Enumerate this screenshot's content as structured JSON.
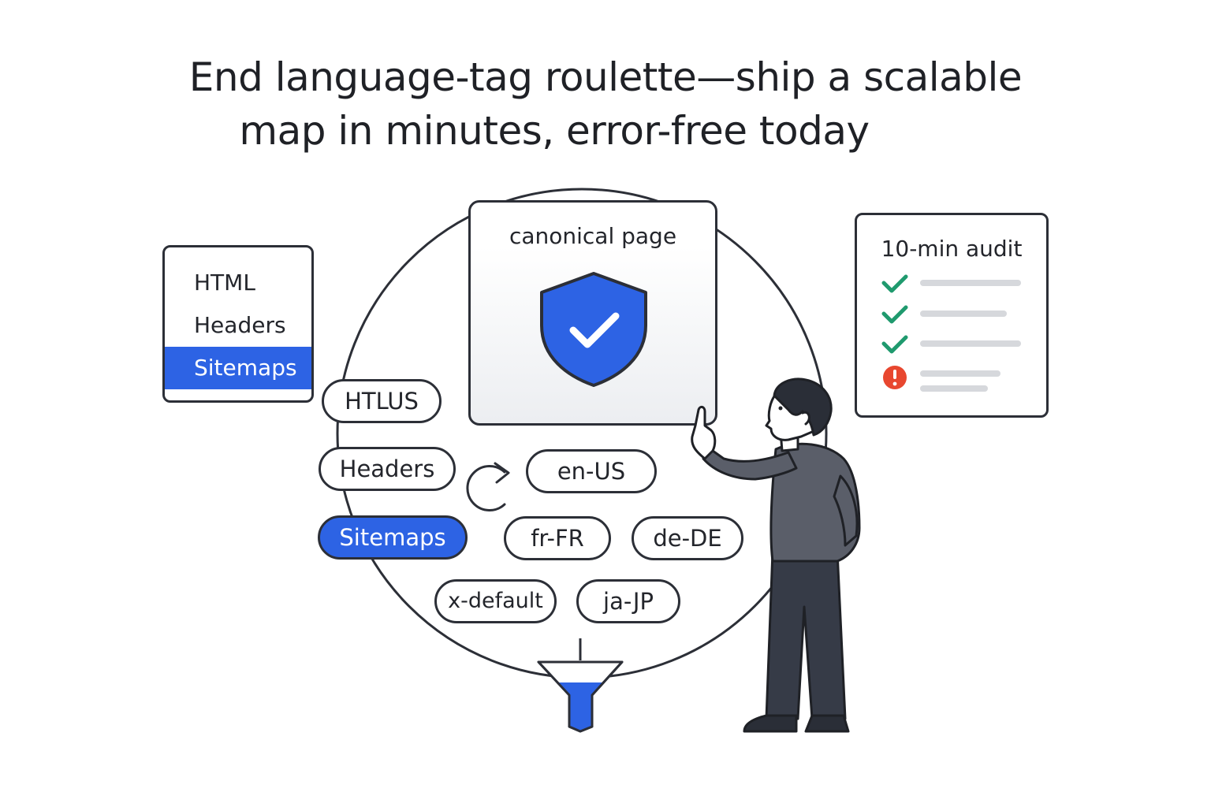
{
  "headline": {
    "line1": "End language-tag roulette—ship a scalable",
    "line2": "map in minutes, error-free today"
  },
  "method_panel": {
    "options": [
      {
        "label": "HTML",
        "selected": false
      },
      {
        "label": "Headers",
        "selected": false
      },
      {
        "label": "Sitemaps",
        "selected": true
      }
    ]
  },
  "canonical_card": {
    "title": "canonical page",
    "icon": "shield-check-icon"
  },
  "audit_card": {
    "title": "10-min audit",
    "items": [
      {
        "status": "pass",
        "icon": "check-icon"
      },
      {
        "status": "pass",
        "icon": "check-icon"
      },
      {
        "status": "pass",
        "icon": "check-icon"
      },
      {
        "status": "error",
        "icon": "alert-icon"
      }
    ]
  },
  "method_pills": {
    "html": "HTLUS",
    "headers": "Headers",
    "sitemaps": "Sitemaps"
  },
  "language_tags": {
    "en_us": "en-US",
    "fr_fr": "fr-FR",
    "de_de": "de-DE",
    "x_default": "x-default",
    "ja_jp": "ja-JP"
  },
  "colors": {
    "accent": "#2d63e4",
    "outline": "#2c2f37",
    "pass": "#1f9a6e",
    "error": "#e8472f",
    "line_placeholder": "#d6d8dc"
  }
}
